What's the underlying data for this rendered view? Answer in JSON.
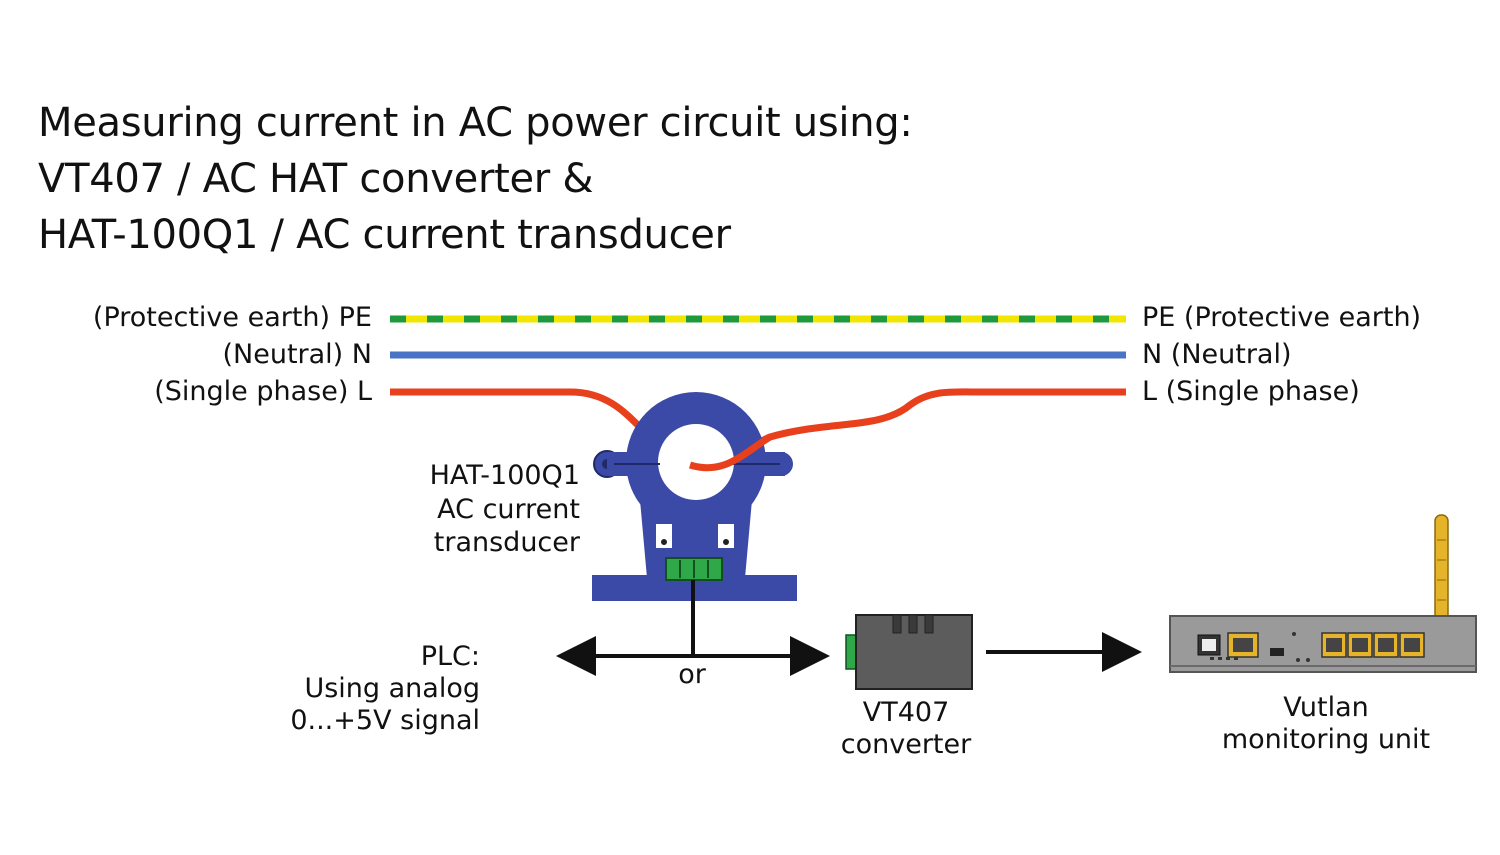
{
  "title": {
    "line1": "Measuring current in AC power circuit using:",
    "line2": "VT407 / AC HAT converter &",
    "line3": "HAT-100Q1 / AC current transducer"
  },
  "lines": {
    "pe_left": "(Protective earth) PE",
    "pe_right": "PE (Protective earth)",
    "n_left": "(Neutral) N",
    "n_right": "N (Neutral)",
    "l_left": "(Single phase) L",
    "l_right": "L (Single phase)"
  },
  "transducer": {
    "line1": "HAT-100Q1",
    "line2": "AC current",
    "line3": "transducer"
  },
  "plc": {
    "line1": "PLC:",
    "line2": "Using analog",
    "line3": "0...+5V signal"
  },
  "or_label": "or",
  "converter": {
    "line1": "VT407",
    "line2": "converter"
  },
  "monitor": {
    "line1": "Vutlan",
    "line2": "monitoring unit"
  },
  "colors": {
    "pe_green": "#1e9a3c",
    "pe_yellow": "#f2e600",
    "neutral": "#4a73c6",
    "phase": "#e8401c",
    "transducer_body": "#3b4aa6",
    "terminal": "#2fa84a",
    "converter_body": "#5c5c5c",
    "router_body": "#9a9a9a",
    "antenna": "#e6b42a"
  }
}
